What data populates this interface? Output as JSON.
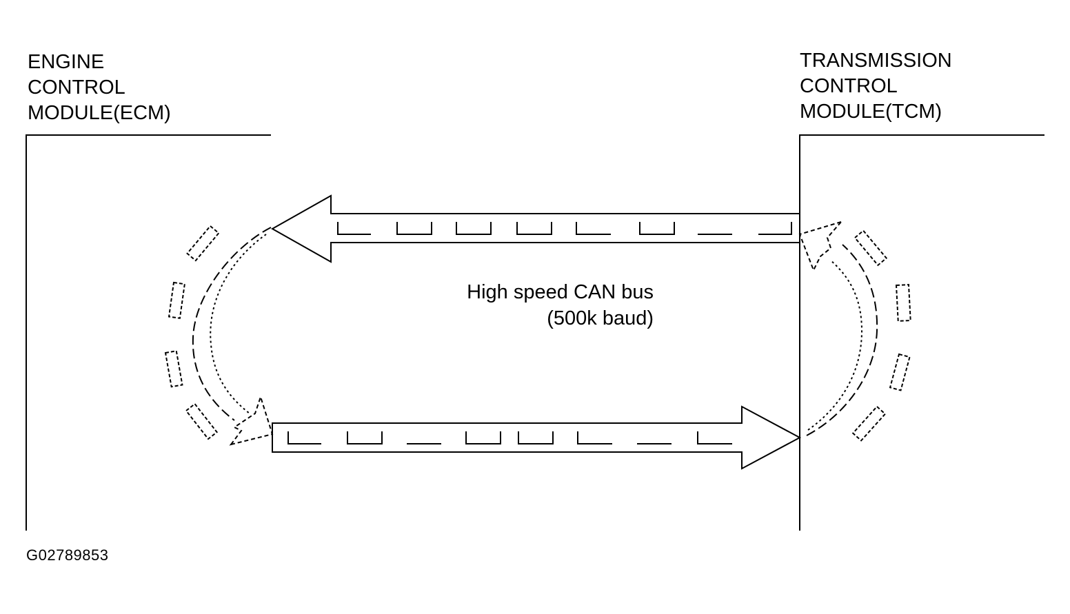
{
  "modules": {
    "ecm": {
      "line1": "ENGINE",
      "line2": "CONTROL",
      "line3": "MODULE(ECM)"
    },
    "tcm": {
      "line1": "TRANSMISSION",
      "line2": "CONTROL",
      "line3": "MODULE(TCM)"
    }
  },
  "bus": {
    "line1": "High speed CAN bus",
    "line2": "(500k baud)"
  },
  "figure_id": "G02789853",
  "colors": {
    "line": "#000000",
    "background": "#ffffff"
  }
}
